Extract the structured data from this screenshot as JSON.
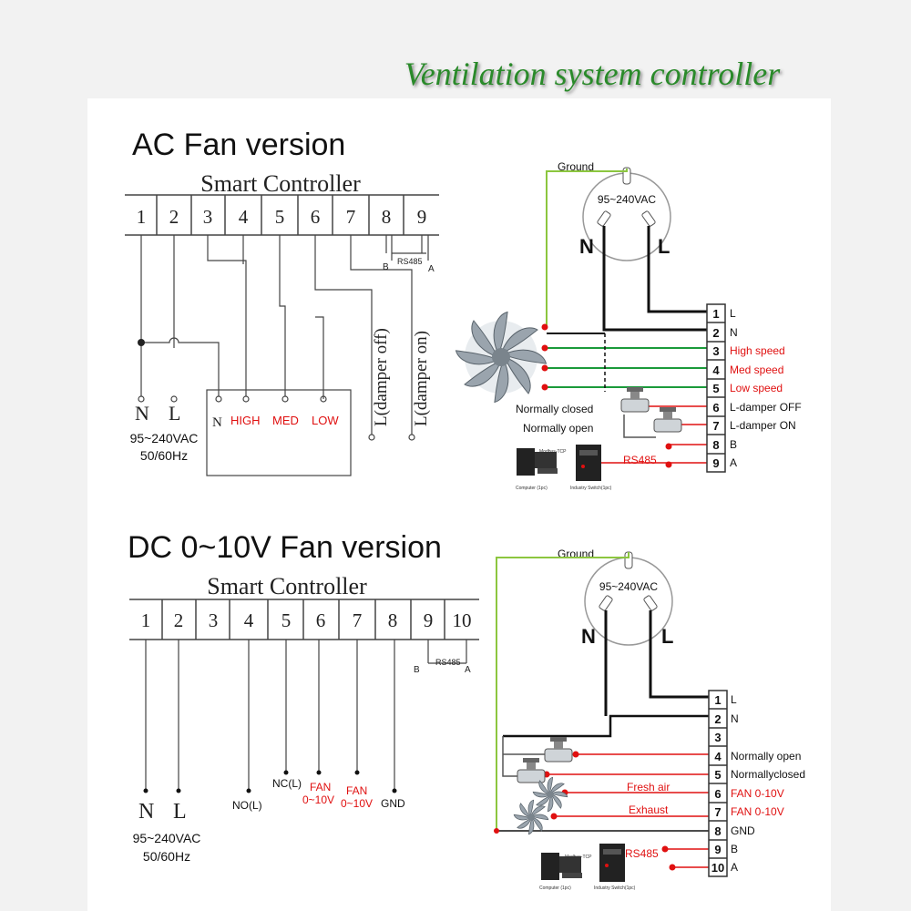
{
  "title": "Ventilation system controller",
  "colors": {
    "title_green": "#2a8a2a",
    "red": "#e01010",
    "green_wire": "#1a9a3a",
    "ground_wire": "#8cc63f"
  },
  "ac": {
    "heading": "AC Fan version",
    "controller_label": "Smart Controller",
    "terminals": [
      "1",
      "2",
      "3",
      "4",
      "5",
      "6",
      "7",
      "8",
      "9"
    ],
    "rs485_b": "B",
    "rs485": "RS485",
    "rs485_a": "A",
    "n": "N",
    "l": "L",
    "supply": "95~240VAC",
    "freq": "50/60Hz",
    "box_n": "N",
    "box_high": "HIGH",
    "box_med": "MED",
    "box_low": "LOW",
    "damper_off": "L(damper off)",
    "damper_on": "L(damper on)",
    "right": {
      "ground": "Ground",
      "socket": "95~240VAC",
      "n": "N",
      "l": "L",
      "nums": [
        "1",
        "2",
        "3",
        "4",
        "5",
        "6",
        "7",
        "8",
        "9"
      ],
      "labels": [
        "L",
        "N",
        "High speed",
        "Med speed",
        "Low speed",
        "L-damper OFF",
        "L-damper ON",
        "B",
        "A"
      ],
      "normally_closed": "Normally closed",
      "normally_open": "Normally open",
      "rs485": "RS485",
      "modbus": "Modbus-TCP",
      "computer": "Computer (1pc)",
      "switch": "Industry Switch(1pc)"
    }
  },
  "dc": {
    "heading": "DC 0~10V Fan version",
    "controller_label": "Smart Controller",
    "terminals": [
      "1",
      "2",
      "3",
      "4",
      "5",
      "6",
      "7",
      "8",
      "9",
      "10"
    ],
    "rs485_b": "B",
    "rs485": "RS485",
    "rs485_a": "A",
    "n": "N",
    "l": "L",
    "supply": "95~240VAC",
    "freq": "50/60Hz",
    "no_l": "NO(L)",
    "nc_l": "NC(L)",
    "fan1_a": "FAN",
    "fan1_b": "0~10V",
    "fan2_a": "FAN",
    "fan2_b": "0~10V",
    "gnd": "GND",
    "right": {
      "ground": "Ground",
      "socket": "95~240VAC",
      "n": "N",
      "l": "L",
      "nums": [
        "1",
        "2",
        "3",
        "4",
        "5",
        "6",
        "7",
        "8",
        "9",
        "10"
      ],
      "labels": [
        "L",
        "N",
        "",
        "Normally open",
        "Normallyclosed",
        "FAN 0-10V",
        "FAN 0-10V",
        "GND",
        "B",
        "A"
      ],
      "fresh_air": "Fresh air",
      "exhaust": "Exhaust",
      "rs485": "RS485",
      "modbus": "Modbus-TCP",
      "computer": "Computer (1pc)",
      "switch": "Industry Switch(1pc)"
    }
  }
}
